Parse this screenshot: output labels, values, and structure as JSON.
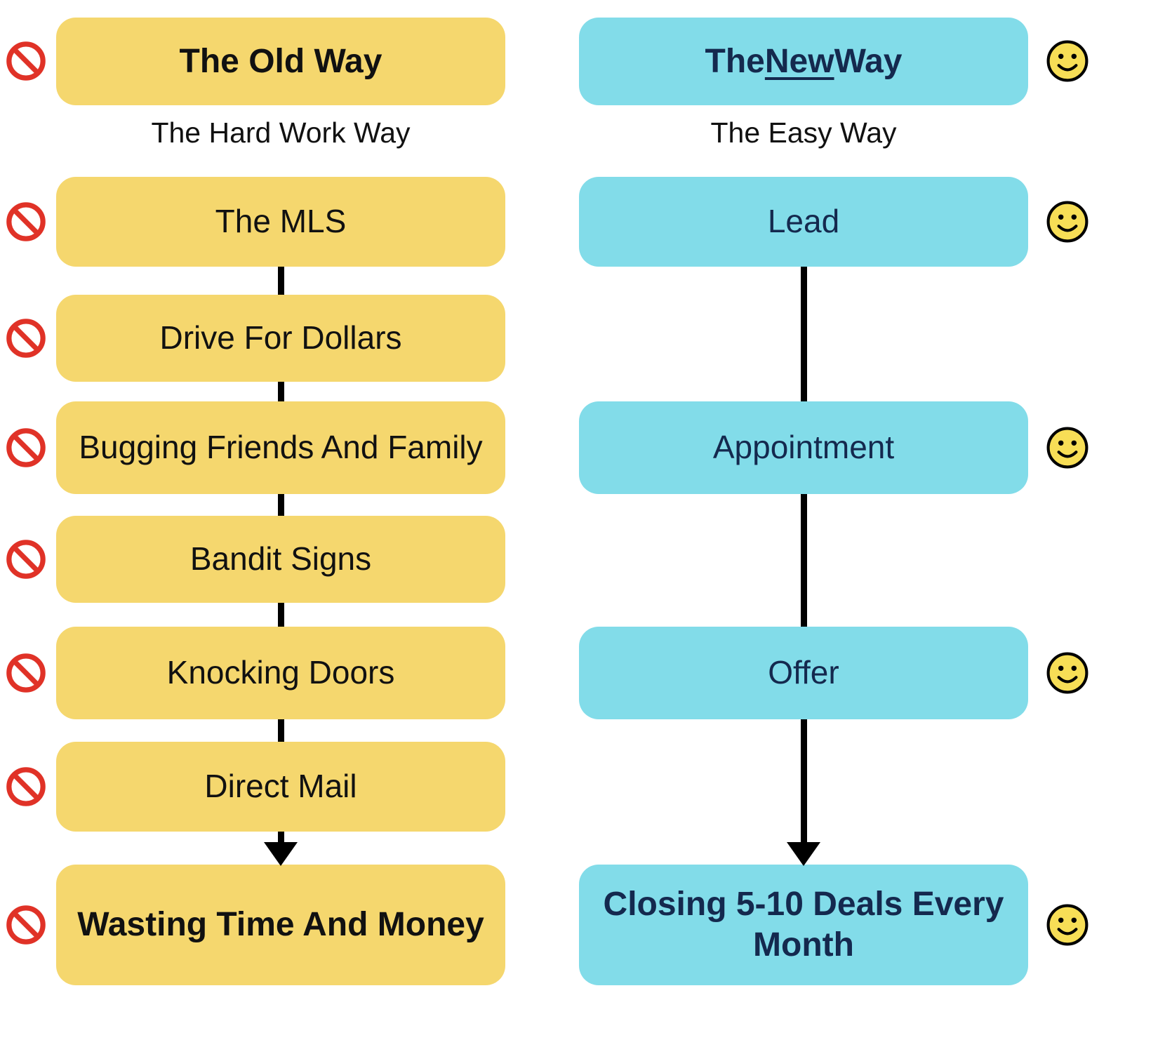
{
  "diagram": {
    "old_way": {
      "header": "The Old Way",
      "subtitle": "The Hard Work Way",
      "steps": [
        "The MLS",
        "Drive For Dollars",
        "Bugging Friends And Family",
        "Bandit Signs",
        "Knocking Doors",
        "Direct Mail"
      ],
      "result": "Wasting Time And Money",
      "marker_icon": "prohibition-icon"
    },
    "new_way": {
      "header_prefix": "The ",
      "header_underlined": "New",
      "header_suffix": " Way",
      "subtitle": "The Easy Way",
      "steps": [
        "Lead",
        "Appointment",
        "Offer"
      ],
      "result": "Closing 5-10 Deals Every Month",
      "marker_icon": "smiley-icon"
    },
    "colors": {
      "old_way_box": "#F5D76E",
      "new_way_box": "#82DCE9",
      "prohibition_red": "#E03227",
      "smiley_yellow": "#F7DE56",
      "text_dark": "#111111",
      "text_navy": "#14294E",
      "arrow_black": "#000000"
    }
  }
}
